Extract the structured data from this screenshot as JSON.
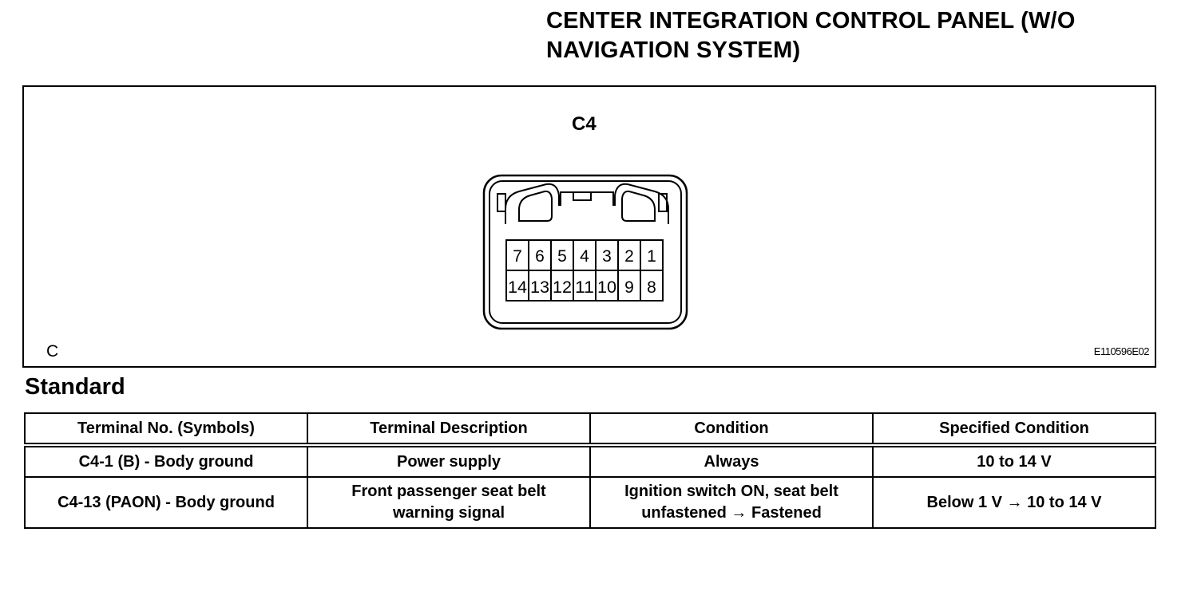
{
  "title": {
    "line1": "CENTER INTEGRATION CONTROL PANEL (W/O",
    "line2": "NAVIGATION SYSTEM)"
  },
  "figure": {
    "connector_label": "C4",
    "corner_letter": "C",
    "figure_id": "E110596E02",
    "pins_top": [
      "7",
      "6",
      "5",
      "4",
      "3",
      "2",
      "1"
    ],
    "pins_bottom": [
      "14",
      "13",
      "12",
      "11",
      "10",
      "9",
      "8"
    ]
  },
  "section_heading": "Standard",
  "table": {
    "headers": [
      "Terminal No. (Symbols)",
      "Terminal Description",
      "Condition",
      "Specified Condition"
    ],
    "rows": [
      [
        "C4-1 (B) - Body ground",
        "Power supply",
        "Always",
        "10 to 14 V"
      ],
      [
        "C4-13 (PAON) - Body ground",
        "Front passenger seat belt\nwarning signal",
        "Ignition switch ON, seat belt\nunfastened → Fastened",
        "Below 1 V → 10 to 14 V"
      ]
    ]
  }
}
